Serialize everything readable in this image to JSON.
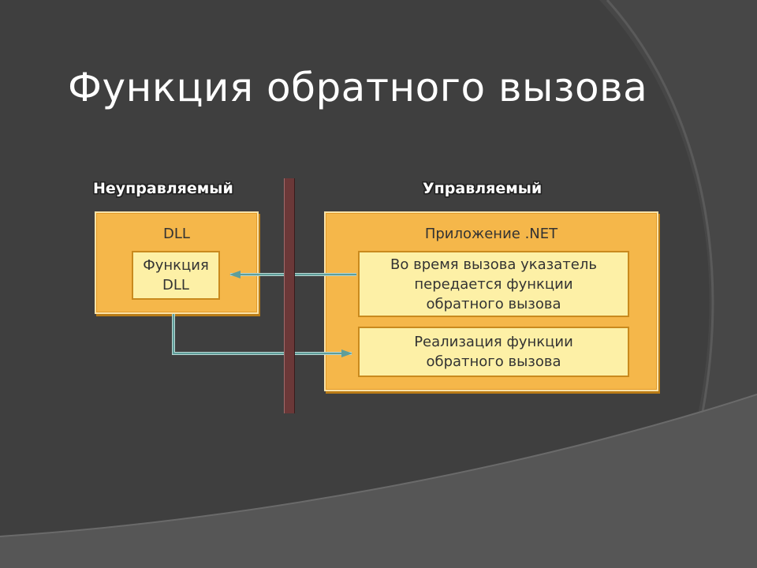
{
  "title": "Функция обратного вызова",
  "labels": {
    "unmanaged": "Неуправляемый",
    "managed": "Управляемый"
  },
  "dll": {
    "title": "DLL",
    "function_line1": "Функция",
    "function_line2": "DLL"
  },
  "app": {
    "title": "Приложение .NET",
    "pass_line1": "Во время вызова указатель",
    "pass_line2": "передается функции",
    "pass_line3": "обратного вызова",
    "impl_line1": "Реализация функции",
    "impl_line2": "обратного вызова"
  },
  "colors": {
    "background": "#3f3f3f",
    "panel": "#f5b74a",
    "inner_box": "#fdf0a6",
    "divider": "#6b3838",
    "arrow": "#5e9e9a"
  }
}
